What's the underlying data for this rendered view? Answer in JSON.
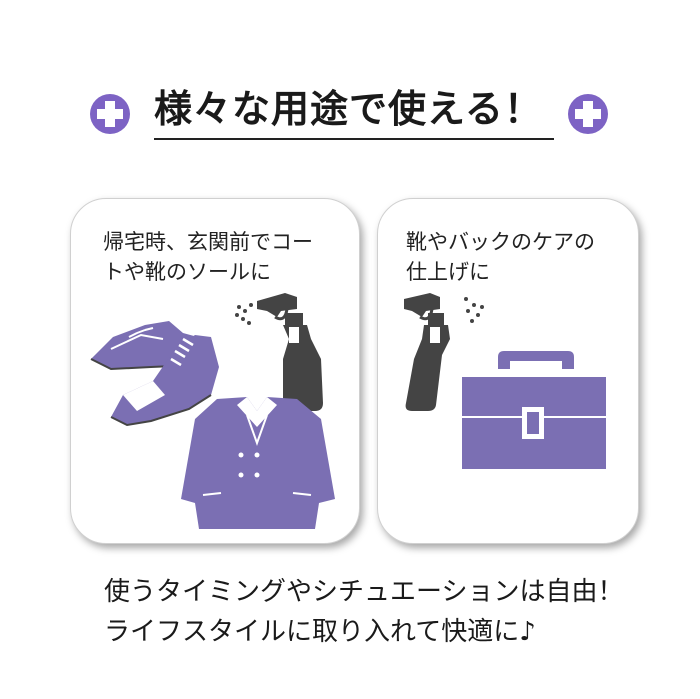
{
  "header": {
    "title": "様々な用途で使える！",
    "accent_color": "#7d63c4"
  },
  "cards": [
    {
      "text": "帰宅時、玄関前でコー\nトや靴のソールに",
      "illustrations": [
        "shoes-icon",
        "spray-bottle-icon",
        "coat-icon"
      ]
    },
    {
      "text": "靴やバックのケアの\n仕上げに",
      "illustrations": [
        "spray-bottle-icon",
        "briefcase-icon"
      ]
    }
  ],
  "footer": {
    "line1": "使うタイミングやシチュエーションは自由！",
    "line2": "ライフスタイルに取り入れて快適に♪"
  },
  "colors": {
    "purple": "#7b6fb3",
    "dark_gray": "#444444"
  }
}
